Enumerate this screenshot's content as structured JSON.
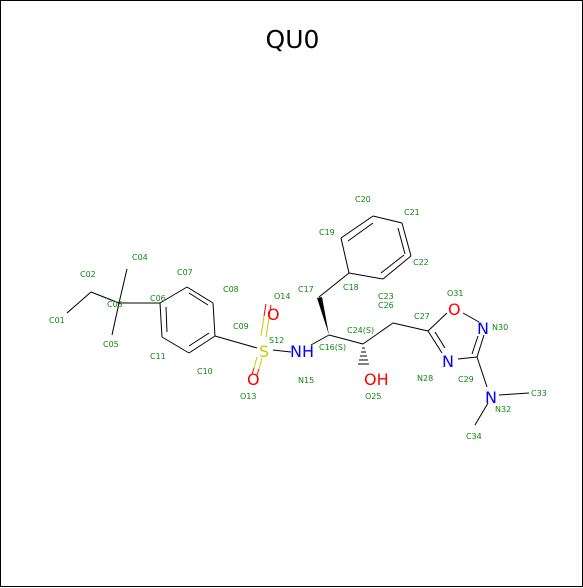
{
  "title": "QU0",
  "colors": {
    "label": "#0a8a0a",
    "bond": "#000000",
    "sulfur": "#c8c800",
    "oxygen": "#ff0000",
    "nitrogen": "#0000ff"
  },
  "atom_labels": [
    "C01",
    "C02",
    "C03",
    "C04",
    "C05",
    "C06",
    "C07",
    "C08",
    "C09",
    "C10",
    "C11",
    "S12",
    "O13",
    "O14",
    "N15",
    "C16(S)",
    "C17",
    "C18",
    "C19",
    "C20",
    "C21",
    "C22",
    "C23",
    "C24(S)",
    "O25",
    "C26",
    "C27",
    "N28",
    "C29",
    "N30",
    "O31",
    "N32",
    "C33",
    "C34"
  ],
  "heteroatoms": {
    "S": "S",
    "O_upper": "O",
    "O_lower": "O",
    "NH": "NH",
    "OH": "OH",
    "O_ring": "O",
    "N_ring_right": "N",
    "N_ring_bottom": "N",
    "N_amine": "N"
  }
}
